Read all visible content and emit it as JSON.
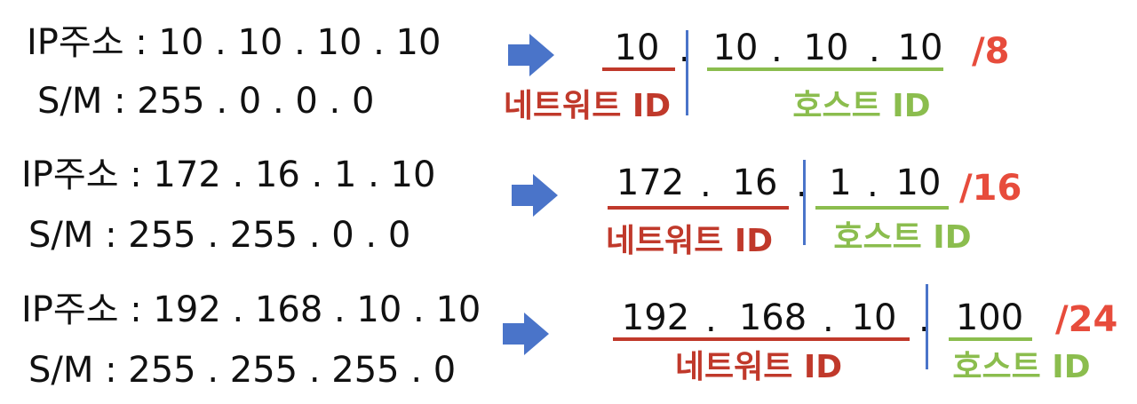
{
  "colors": {
    "network": "#c0392b",
    "host": "#8bbd4e",
    "prefix": "#e74c3c",
    "arrow": "#4a74c9",
    "divider": "#4a74c9",
    "text": "#111111"
  },
  "rows": [
    {
      "ip_label": "IP주소 : 10 . 10 . 10 . 10",
      "mask_label": "S/M : 255 . 0 . 0 . 0",
      "network_octets": [
        "10"
      ],
      "host_octets": [
        "10",
        "10",
        "10"
      ],
      "network_id_label": "네트워트 ID",
      "host_id_label": "호스트 ID",
      "prefix": "/8"
    },
    {
      "ip_label": "IP주소 : 172 . 16 . 1 . 10",
      "mask_label": "S/M : 255 . 255 . 0 . 0",
      "network_octets": [
        "172",
        "16"
      ],
      "host_octets": [
        "1",
        "10"
      ],
      "network_id_label": "네트워트 ID",
      "host_id_label": "호스트 ID",
      "prefix": "/16"
    },
    {
      "ip_label": "IP주소 : 192 . 168 . 10 . 10",
      "mask_label": "S/M : 255 . 255 . 255 . 0",
      "network_octets": [
        "192",
        "168",
        "10"
      ],
      "host_octets": [
        "100"
      ],
      "network_id_label": "네트워트 ID",
      "host_id_label": "호스트 ID",
      "prefix": "/24"
    }
  ]
}
